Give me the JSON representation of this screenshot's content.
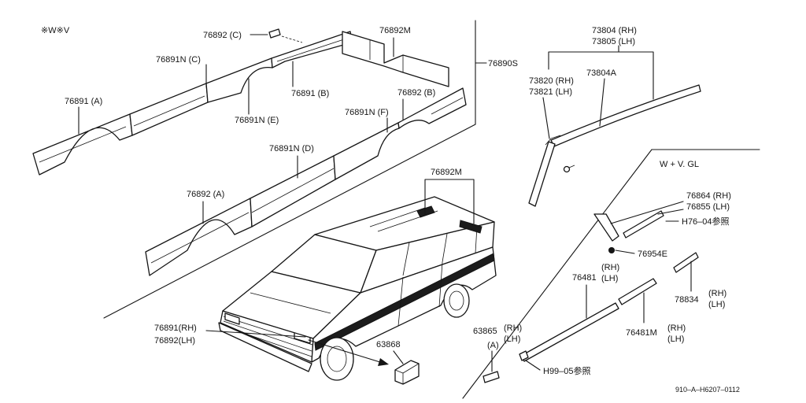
{
  "diagram": {
    "variant_note": "※W※V",
    "section_note": "W + V. GL",
    "catalog_code": "910–A–H6207–0112",
    "frame_callout": "76890S",
    "side_moldings": {
      "p76892_c": "76892 (C)",
      "p76892m_upper": "76892M",
      "p76891n_c": "76891N (C)",
      "p76891_b": "76891 (B)",
      "p76891_a": "76891 (A)",
      "p76891n_e": "76891N (E)",
      "p76892_b": "76892 (B)",
      "p76891n_f": "76891N (F)",
      "p76891n_d": "76891N (D)",
      "p76892_a": "76892 (A)"
    },
    "vehicle": {
      "roof_rail": "76892M",
      "front_rh": "76891(RH)",
      "front_lh": "76892(LH)",
      "bracket": "63868"
    },
    "roof_drip": {
      "rh": "73804 (RH)",
      "lh": "73805 (LH)",
      "pillar_rh": "73820 (RH)",
      "pillar_lh": "73821 (LH)",
      "clip": "73804A"
    },
    "gl_parts": {
      "p76864_rh": "76864 (RH)",
      "p76855_lh": "76855 (LH)",
      "ref_h76": "H76–04参照",
      "clip": "76954E",
      "p76481": "76481",
      "p76481m": "76481M",
      "p78834": "78834",
      "p63865": "63865",
      "p63865_variant": "(A)",
      "ref_h99": "H99–05参照",
      "rh": "(RH)",
      "lh": "(LH)"
    }
  }
}
